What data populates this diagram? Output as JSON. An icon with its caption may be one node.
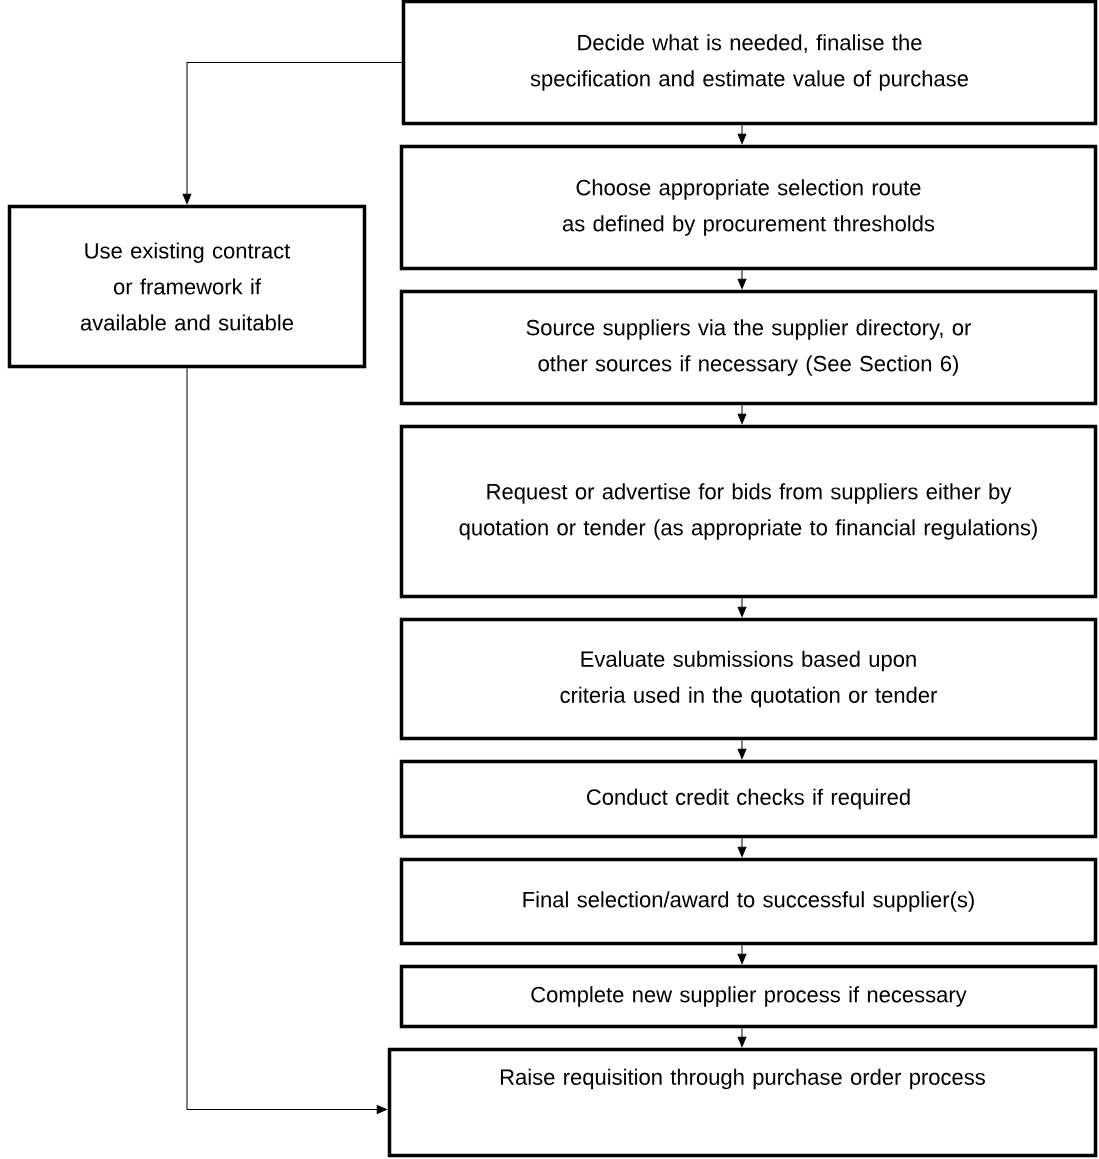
{
  "diagram": {
    "nodes": [
      {
        "text": [
          "Decide what is needed, finalise the specification and estimate value of purchase"
        ]
      },
      {
        "text": [
          "Choose appropriate selection route as defined by procurement thresholds"
        ]
      },
      {
        "text": [
          "Source suppliers via the supplier directory, or other sources if necessary (See Section 6)"
        ]
      },
      {
        "text": [
          "Request or advertise for bids from suppliers either by quotation or tender (as appropriate to financial regulations)"
        ]
      },
      {
        "text": [
          "Evaluate submissions based upon criteria used in the quotation or tender"
        ]
      },
      {
        "text": [
          "Conduct credit checks if required"
        ]
      },
      {
        "text": [
          "Final selection/award to successful supplier(s)"
        ]
      },
      {
        "text": [
          "Complete new supplier process if necessary"
        ]
      },
      {
        "text": [
          "Raise requisition through purchase order process"
        ]
      },
      {
        "text": [
          "Use existing contract or framework if available and suitable"
        ]
      }
    ],
    "edges": [
      {
        "from": 0,
        "to": 1,
        "arrow": "to"
      },
      {
        "from": 1,
        "to": 2,
        "arrow": "to"
      },
      {
        "from": 2,
        "to": 3,
        "arrow": "to"
      },
      {
        "from": 3,
        "to": 4,
        "arrow": "to"
      },
      {
        "from": 4,
        "to": 5,
        "arrow": "to"
      },
      {
        "from": 5,
        "to": 6,
        "arrow": "to"
      },
      {
        "from": 6,
        "to": 7,
        "arrow": "to"
      },
      {
        "from": 7,
        "to": 8,
        "arrow": "to"
      },
      {
        "from": 0,
        "to": 9,
        "arrow": "to"
      },
      {
        "from": 9,
        "to": 8,
        "arrow": "to"
      }
    ]
  }
}
